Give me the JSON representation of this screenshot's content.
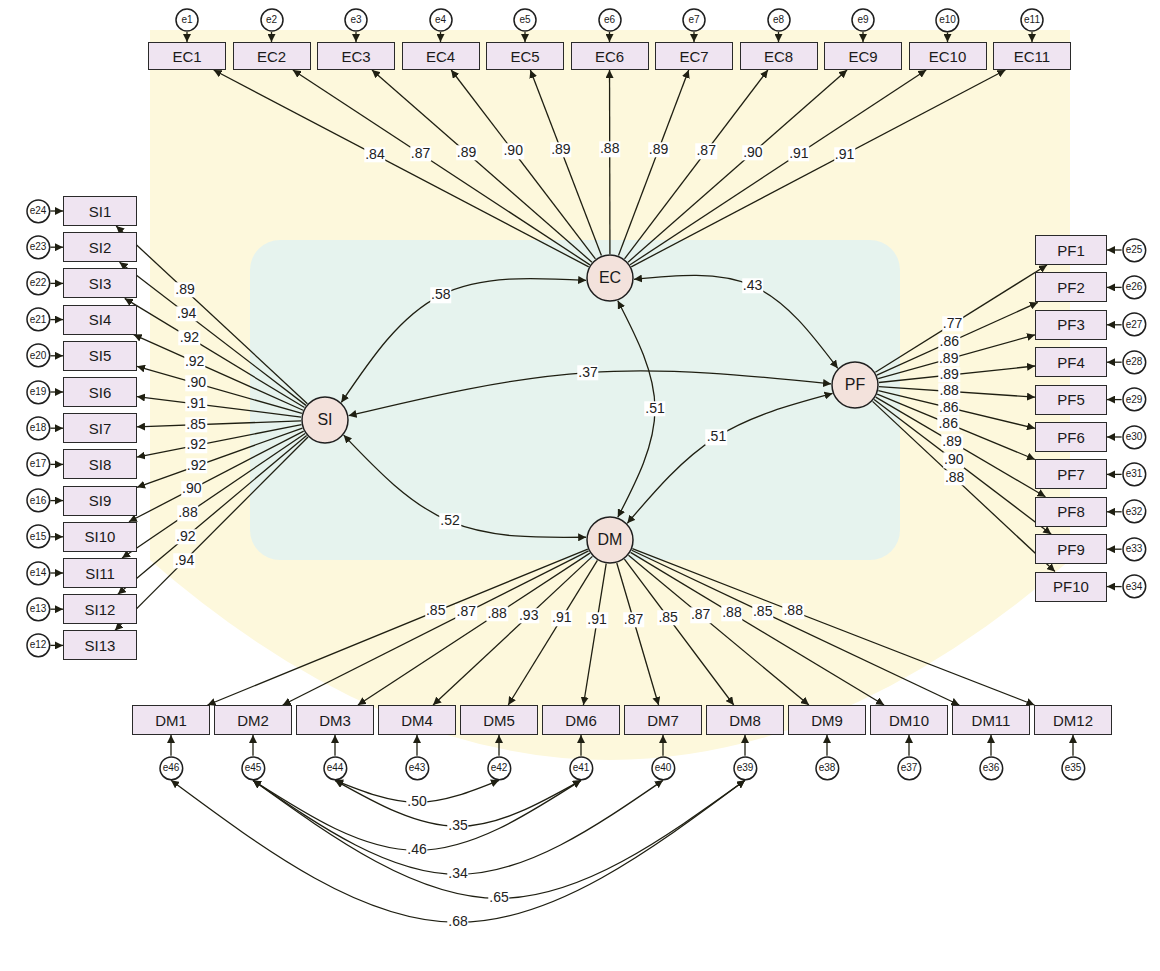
{
  "diagram": {
    "nodes": [
      {
        "text": [
          "e1"
        ]
      },
      {
        "text": [
          "e2"
        ]
      },
      {
        "text": [
          "e3"
        ]
      },
      {
        "text": [
          "e4"
        ]
      },
      {
        "text": [
          "e5"
        ]
      },
      {
        "text": [
          "e6"
        ]
      },
      {
        "text": [
          "e7"
        ]
      },
      {
        "text": [
          "e8"
        ]
      },
      {
        "text": [
          "e9"
        ]
      },
      {
        "text": [
          "e10"
        ]
      },
      {
        "text": [
          "e11"
        ]
      },
      {
        "text": [
          "EC1"
        ]
      },
      {
        "text": [
          "EC2"
        ]
      },
      {
        "text": [
          "EC3"
        ]
      },
      {
        "text": [
          "EC4"
        ]
      },
      {
        "text": [
          "EC5"
        ]
      },
      {
        "text": [
          "EC6"
        ]
      },
      {
        "text": [
          "EC7"
        ]
      },
      {
        "text": [
          "EC8"
        ]
      },
      {
        "text": [
          "EC9"
        ]
      },
      {
        "text": [
          "EC10"
        ]
      },
      {
        "text": [
          "EC11"
        ]
      },
      {
        "text": [
          "EC"
        ]
      },
      {
        "text": [
          "SI1"
        ]
      },
      {
        "text": [
          "SI2"
        ]
      },
      {
        "text": [
          "SI3"
        ]
      },
      {
        "text": [
          "SI4"
        ]
      },
      {
        "text": [
          "SI5"
        ]
      },
      {
        "text": [
          "SI6"
        ]
      },
      {
        "text": [
          "SI7"
        ]
      },
      {
        "text": [
          "SI8"
        ]
      },
      {
        "text": [
          "SI9"
        ]
      },
      {
        "text": [
          "SI10"
        ]
      },
      {
        "text": [
          "SI11"
        ]
      },
      {
        "text": [
          "SI12"
        ]
      },
      {
        "text": [
          "SI13"
        ]
      },
      {
        "text": [
          "e24"
        ]
      },
      {
        "text": [
          "e23"
        ]
      },
      {
        "text": [
          "e22"
        ]
      },
      {
        "text": [
          "e21"
        ]
      },
      {
        "text": [
          "e20"
        ]
      },
      {
        "text": [
          "e19"
        ]
      },
      {
        "text": [
          "e18"
        ]
      },
      {
        "text": [
          "e17"
        ]
      },
      {
        "text": [
          "e16"
        ]
      },
      {
        "text": [
          "e15"
        ]
      },
      {
        "text": [
          "e14"
        ]
      },
      {
        "text": [
          "e13"
        ]
      },
      {
        "text": [
          "e12"
        ]
      },
      {
        "text": [
          "SI"
        ]
      },
      {
        "text": [
          "PF"
        ]
      },
      {
        "text": [
          "PF1"
        ]
      },
      {
        "text": [
          "PF2"
        ]
      },
      {
        "text": [
          "PF3"
        ]
      },
      {
        "text": [
          "PF4"
        ]
      },
      {
        "text": [
          "PF5"
        ]
      },
      {
        "text": [
          "PF6"
        ]
      },
      {
        "text": [
          "PF7"
        ]
      },
      {
        "text": [
          "PF8"
        ]
      },
      {
        "text": [
          "PF9"
        ]
      },
      {
        "text": [
          "PF10"
        ]
      },
      {
        "text": [
          "e25"
        ]
      },
      {
        "text": [
          "e26"
        ]
      },
      {
        "text": [
          "e27"
        ]
      },
      {
        "text": [
          "e28"
        ]
      },
      {
        "text": [
          "e29"
        ]
      },
      {
        "text": [
          "e30"
        ]
      },
      {
        "text": [
          "e31"
        ]
      },
      {
        "text": [
          "e32"
        ]
      },
      {
        "text": [
          "e33"
        ]
      },
      {
        "text": [
          "e34"
        ]
      },
      {
        "text": [
          "DM"
        ]
      },
      {
        "text": [
          "DM1"
        ]
      },
      {
        "text": [
          "DM2"
        ]
      },
      {
        "text": [
          "DM3"
        ]
      },
      {
        "text": [
          "DM4"
        ]
      },
      {
        "text": [
          "DM5"
        ]
      },
      {
        "text": [
          "DM6"
        ]
      },
      {
        "text": [
          "DM7"
        ]
      },
      {
        "text": [
          "DM8"
        ]
      },
      {
        "text": [
          "DM9"
        ]
      },
      {
        "text": [
          "DM10"
        ]
      },
      {
        "text": [
          "DM11"
        ]
      },
      {
        "text": [
          "DM12"
        ]
      },
      {
        "text": [
          "e46"
        ]
      },
      {
        "text": [
          "e45"
        ]
      },
      {
        "text": [
          "e44"
        ]
      },
      {
        "text": [
          "e43"
        ]
      },
      {
        "text": [
          "e42"
        ]
      },
      {
        "text": [
          "e41"
        ]
      },
      {
        "text": [
          "e40"
        ]
      },
      {
        "text": [
          "e39"
        ]
      },
      {
        "text": [
          "e38"
        ]
      },
      {
        "text": [
          "e37"
        ]
      },
      {
        "text": [
          "e36"
        ]
      },
      {
        "text": [
          "e35"
        ]
      }
    ],
    "edges": [
      {
        "from": 22,
        "to": 11,
        "arrow": "to",
        "label": ".84"
      },
      {
        "from": 22,
        "to": 12,
        "arrow": "to",
        "label": ".87"
      },
      {
        "from": 22,
        "to": 13,
        "arrow": "to",
        "label": ".89"
      },
      {
        "from": 22,
        "to": 14,
        "arrow": "to",
        "label": ".90"
      },
      {
        "from": 22,
        "to": 15,
        "arrow": "to",
        "label": ".89"
      },
      {
        "from": 22,
        "to": 16,
        "arrow": "to",
        "label": ".88"
      },
      {
        "from": 22,
        "to": 17,
        "arrow": "to",
        "label": ".89"
      },
      {
        "from": 22,
        "to": 18,
        "arrow": "to",
        "label": ".87"
      },
      {
        "from": 22,
        "to": 19,
        "arrow": "to",
        "label": ".90"
      },
      {
        "from": 22,
        "to": 20,
        "arrow": "to",
        "label": ".91"
      },
      {
        "from": 22,
        "to": 21,
        "arrow": "to",
        "label": ".91"
      },
      {
        "from": 0,
        "to": 11,
        "arrow": "to"
      },
      {
        "from": 1,
        "to": 12,
        "arrow": "to"
      },
      {
        "from": 2,
        "to": 13,
        "arrow": "to"
      },
      {
        "from": 3,
        "to": 14,
        "arrow": "to"
      },
      {
        "from": 4,
        "to": 15,
        "arrow": "to"
      },
      {
        "from": 5,
        "to": 16,
        "arrow": "to"
      },
      {
        "from": 6,
        "to": 17,
        "arrow": "to"
      },
      {
        "from": 7,
        "to": 18,
        "arrow": "to"
      },
      {
        "from": 8,
        "to": 19,
        "arrow": "to"
      },
      {
        "from": 9,
        "to": 20,
        "arrow": "to"
      },
      {
        "from": 10,
        "to": 21,
        "arrow": "to"
      },
      {
        "from": 49,
        "to": 23,
        "arrow": "to",
        "label": ".89"
      },
      {
        "from": 49,
        "to": 24,
        "arrow": "to",
        "label": ".94"
      },
      {
        "from": 49,
        "to": 25,
        "arrow": "to",
        "label": ".92"
      },
      {
        "from": 49,
        "to": 26,
        "arrow": "to",
        "label": ".92"
      },
      {
        "from": 49,
        "to": 27,
        "arrow": "to",
        "label": ".90"
      },
      {
        "from": 49,
        "to": 28,
        "arrow": "to",
        "label": ".91"
      },
      {
        "from": 49,
        "to": 29,
        "arrow": "to",
        "label": ".85"
      },
      {
        "from": 49,
        "to": 30,
        "arrow": "to",
        "label": ".92"
      },
      {
        "from": 49,
        "to": 31,
        "arrow": "to",
        "label": ".92"
      },
      {
        "from": 49,
        "to": 32,
        "arrow": "to",
        "label": ".90"
      },
      {
        "from": 49,
        "to": 33,
        "arrow": "to",
        "label": ".88"
      },
      {
        "from": 49,
        "to": 34,
        "arrow": "to",
        "label": ".92"
      },
      {
        "from": 49,
        "to": 35,
        "arrow": "to",
        "label": ".94"
      },
      {
        "from": 36,
        "to": 23,
        "arrow": "to"
      },
      {
        "from": 37,
        "to": 24,
        "arrow": "to"
      },
      {
        "from": 38,
        "to": 25,
        "arrow": "to"
      },
      {
        "from": 39,
        "to": 26,
        "arrow": "to"
      },
      {
        "from": 40,
        "to": 27,
        "arrow": "to"
      },
      {
        "from": 41,
        "to": 28,
        "arrow": "to"
      },
      {
        "from": 42,
        "to": 29,
        "arrow": "to"
      },
      {
        "from": 43,
        "to": 30,
        "arrow": "to"
      },
      {
        "from": 44,
        "to": 31,
        "arrow": "to"
      },
      {
        "from": 45,
        "to": 32,
        "arrow": "to"
      },
      {
        "from": 46,
        "to": 33,
        "arrow": "to"
      },
      {
        "from": 47,
        "to": 34,
        "arrow": "to"
      },
      {
        "from": 48,
        "to": 35,
        "arrow": "to"
      },
      {
        "from": 50,
        "to": 51,
        "arrow": "to",
        "label": ".77"
      },
      {
        "from": 50,
        "to": 52,
        "arrow": "to",
        "label": ".86"
      },
      {
        "from": 50,
        "to": 53,
        "arrow": "to",
        "label": ".89"
      },
      {
        "from": 50,
        "to": 54,
        "arrow": "to",
        "label": ".89"
      },
      {
        "from": 50,
        "to": 55,
        "arrow": "to",
        "label": ".88"
      },
      {
        "from": 50,
        "to": 56,
        "arrow": "to",
        "label": ".86"
      },
      {
        "from": 50,
        "to": 57,
        "arrow": "to",
        "label": ".86"
      },
      {
        "from": 50,
        "to": 58,
        "arrow": "to",
        "label": ".89"
      },
      {
        "from": 50,
        "to": 59,
        "arrow": "to",
        "label": ".90"
      },
      {
        "from": 50,
        "to": 60,
        "arrow": "to",
        "label": ".88"
      },
      {
        "from": 61,
        "to": 51,
        "arrow": "to"
      },
      {
        "from": 62,
        "to": 52,
        "arrow": "to"
      },
      {
        "from": 63,
        "to": 53,
        "arrow": "to"
      },
      {
        "from": 64,
        "to": 54,
        "arrow": "to"
      },
      {
        "from": 65,
        "to": 55,
        "arrow": "to"
      },
      {
        "from": 66,
        "to": 56,
        "arrow": "to"
      },
      {
        "from": 67,
        "to": 57,
        "arrow": "to"
      },
      {
        "from": 68,
        "to": 58,
        "arrow": "to"
      },
      {
        "from": 69,
        "to": 59,
        "arrow": "to"
      },
      {
        "from": 70,
        "to": 60,
        "arrow": "to"
      },
      {
        "from": 71,
        "to": 72,
        "arrow": "to",
        "label": ".85"
      },
      {
        "from": 71,
        "to": 73,
        "arrow": "to",
        "label": ".87"
      },
      {
        "from": 71,
        "to": 74,
        "arrow": "to",
        "label": ".88"
      },
      {
        "from": 71,
        "to": 75,
        "arrow": "to",
        "label": ".93"
      },
      {
        "from": 71,
        "to": 76,
        "arrow": "to",
        "label": ".91"
      },
      {
        "from": 71,
        "to": 77,
        "arrow": "to",
        "label": ".91"
      },
      {
        "from": 71,
        "to": 78,
        "arrow": "to",
        "label": ".87"
      },
      {
        "from": 71,
        "to": 79,
        "arrow": "to",
        "label": ".85"
      },
      {
        "from": 71,
        "to": 80,
        "arrow": "to",
        "label": ".87"
      },
      {
        "from": 71,
        "to": 81,
        "arrow": "to",
        "label": ".88"
      },
      {
        "from": 71,
        "to": 82,
        "arrow": "to",
        "label": ".85"
      },
      {
        "from": 71,
        "to": 83,
        "arrow": "to",
        "label": ".88"
      },
      {
        "from": 84,
        "to": 72,
        "arrow": "to"
      },
      {
        "from": 85,
        "to": 73,
        "arrow": "to"
      },
      {
        "from": 86,
        "to": 74,
        "arrow": "to"
      },
      {
        "from": 87,
        "to": 75,
        "arrow": "to"
      },
      {
        "from": 88,
        "to": 76,
        "arrow": "to"
      },
      {
        "from": 89,
        "to": 77,
        "arrow": "to"
      },
      {
        "from": 90,
        "to": 78,
        "arrow": "to"
      },
      {
        "from": 91,
        "to": 79,
        "arrow": "to"
      },
      {
        "from": 92,
        "to": 80,
        "arrow": "to"
      },
      {
        "from": 93,
        "to": 81,
        "arrow": "to"
      },
      {
        "from": 94,
        "to": 82,
        "arrow": "to"
      },
      {
        "from": 95,
        "to": 83,
        "arrow": "to"
      },
      {
        "from": 22,
        "to": 49,
        "arrow": "both",
        "label": ".58"
      },
      {
        "from": 49,
        "to": 50,
        "arrow": "both",
        "label": ".37"
      },
      {
        "from": 22,
        "to": 50,
        "arrow": "both",
        "label": ".43"
      },
      {
        "from": 22,
        "to": 71,
        "arrow": "both",
        "label": ".51"
      },
      {
        "from": 49,
        "to": 71,
        "arrow": "both",
        "label": ".52"
      },
      {
        "from": 50,
        "to": 71,
        "arrow": "both",
        "label": ".51"
      },
      {
        "from": 86,
        "to": 88,
        "arrow": "both",
        "label": ".50"
      },
      {
        "from": 86,
        "to": 89,
        "arrow": "both",
        "label": ".35"
      },
      {
        "from": 85,
        "to": 89,
        "arrow": "both",
        "label": ".46"
      },
      {
        "from": 85,
        "to": 90,
        "arrow": "both",
        "label": ".34"
      },
      {
        "from": 85,
        "to": 91,
        "arrow": "both",
        "label": ".65"
      },
      {
        "from": 84,
        "to": 91,
        "arrow": "both",
        "label": ".68"
      }
    ]
  }
}
